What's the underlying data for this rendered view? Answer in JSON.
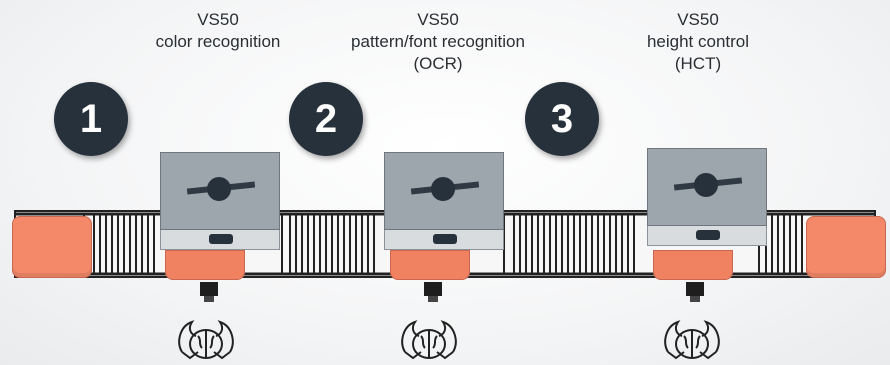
{
  "stations": [
    {
      "number": "1",
      "model": "VS50",
      "function_line1": "color recognition",
      "function_line2": ""
    },
    {
      "number": "2",
      "model": "VS50",
      "function_line1": "pattern/font recognition",
      "function_line2": "(OCR)"
    },
    {
      "number": "3",
      "model": "VS50",
      "function_line1": "height control",
      "function_line2": "(HCT)"
    }
  ],
  "icons": [
    "step-number-badge",
    "camera-icon",
    "brain-inspection-icon"
  ],
  "colors": {
    "badge": "#27313c",
    "product": "#f4896a",
    "camera_body": "#9da5ad",
    "camera_base": "#d8dcdf"
  }
}
